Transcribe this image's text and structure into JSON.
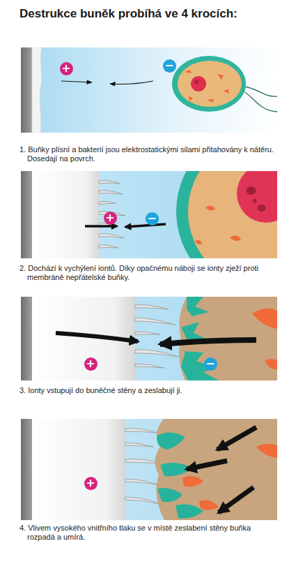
{
  "diagram": {
    "title": "Destrukce buněk probíhá ve 4 krocích:",
    "nodes": [
      {
        "text": [
          "1. Buňky plísní a bakterií jsou elektrostatickými silami přitahovány k nátěru. Dosedají na povrch."
        ]
      },
      {
        "text": [
          "2. Dochází k vychýlení iontů. Díky opačnému náboji se ionty zježí proti membráně nepřátelské buňky."
        ]
      },
      {
        "text": [
          "3. Ionty vstupují do buněčné stěny a zeslabují ji."
        ]
      },
      {
        "text": [
          "4. Vlivem vysokého vnitřního tlaku se v místě zeslabení stěny buňka rozpadá a umírá."
        ]
      }
    ],
    "labels": [
      "+",
      "−",
      "+",
      "−",
      "+",
      "−",
      "+"
    ]
  }
}
